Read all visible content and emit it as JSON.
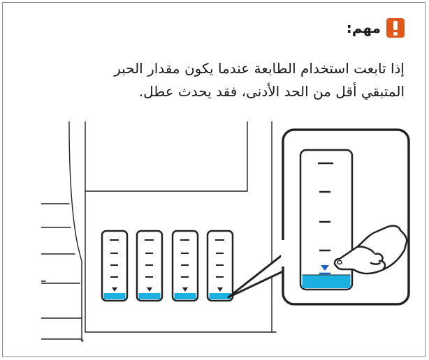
{
  "notice": {
    "title": "مهم:",
    "icon": "exclamation-icon",
    "accent_color": "#e3581d",
    "message_line1": "إذا تابعت استخدام الطابعة عندما يكون مقدار الحبر",
    "message_line2": "المتبقي أقل من الحد الأدنى، فقد يحدث عطل."
  },
  "illustration": {
    "ink_color": "#1ab0e0",
    "tank_count": 4,
    "hand_icon": "pointing-hand-icon"
  }
}
